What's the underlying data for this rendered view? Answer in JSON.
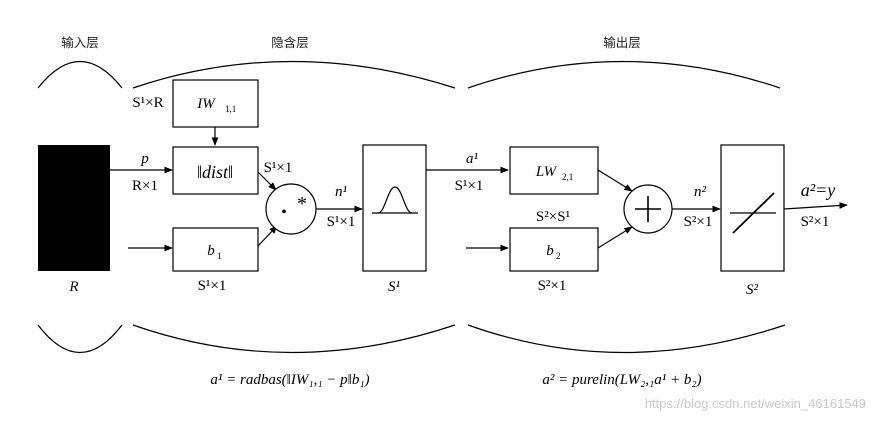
{
  "sections": {
    "input": "输入层",
    "hidden": "隐含层",
    "output": "输出层"
  },
  "labels": {
    "R_bottom": "R",
    "p": "p",
    "R_times_1": "R×1",
    "S1_times_R": "S¹×R",
    "IW": "IW",
    "IW_sub": "1,1",
    "dist": "‖dist‖",
    "b1": "b",
    "b1_sub": "1",
    "S1x1_b1": "S¹×1",
    "S1x1_dist": "S¹×1",
    "n1": "n¹",
    "S1x1_n1": "S¹×1",
    "S1_box": "S¹",
    "a1": "a¹",
    "S1x1_a1": "S¹×1",
    "LW": "LW",
    "LW_sub": "2,1",
    "S2xS1": "S²×S¹",
    "b2": "b",
    "b2_sub": "2",
    "S2x1_b2": "S²×1",
    "n2": "n²",
    "S2x1_n2": "S²×1",
    "S2_box": "S²",
    "a2y": "a²=y",
    "S2x1_out": "S²×1",
    "mult": "*",
    "dot": "•"
  },
  "equations": {
    "a1": "a¹ = radbas(‖IW₁,₁ − p‖b₁)",
    "a2": "a² = purelin(LW₂,₁a¹ + b₂)"
  },
  "watermark": "https://blog.csdn.net/weixin_46161549"
}
